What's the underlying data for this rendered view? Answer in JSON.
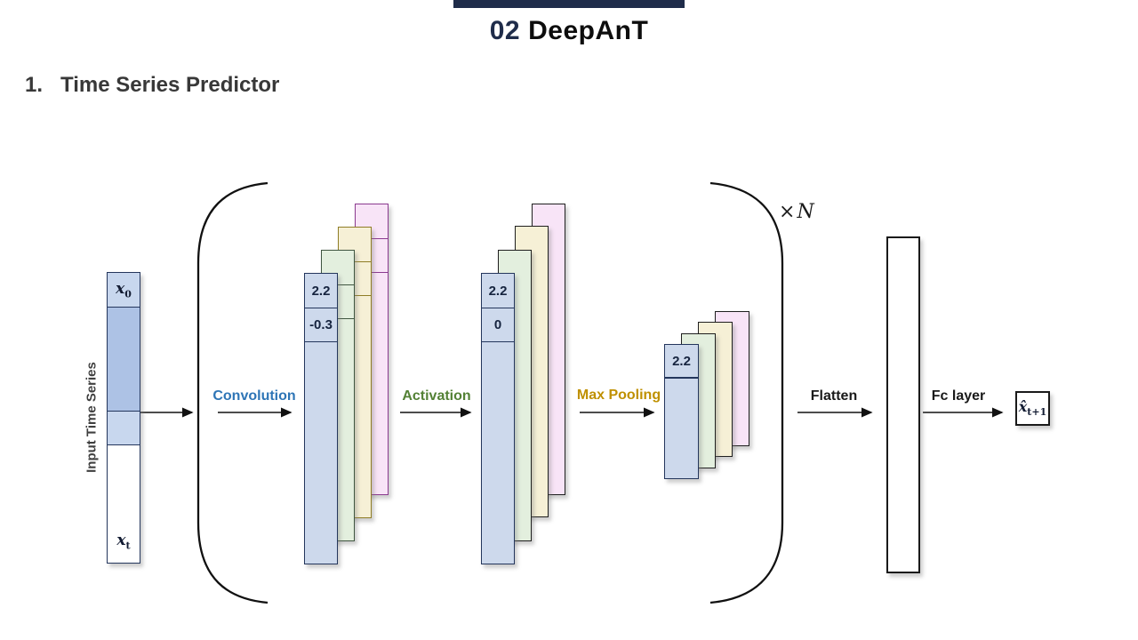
{
  "slide": {
    "page_indicator": "02",
    "title": "DeepAnT",
    "section_number": "1.",
    "section_title": "Time Series Predictor"
  },
  "diagram": {
    "input_axis_label": "Input Time Series",
    "input_first_label": {
      "base": "x",
      "sub": "0"
    },
    "input_last_label": {
      "base": "x",
      "sub": "t"
    },
    "stages": [
      {
        "label": "Convolution",
        "color": "#2e75b6",
        "values": [
          "2.2",
          "-0.3"
        ]
      },
      {
        "label": "Activation",
        "color": "#538135",
        "values": [
          "2.2",
          "0"
        ]
      },
      {
        "label": "Max Pooling",
        "color": "#bf9000",
        "values": [
          "2.2"
        ]
      },
      {
        "label": "Flatten",
        "color": "#1a1a1a",
        "values": []
      },
      {
        "label": "Fc layer",
        "color": "#1a1a1a",
        "values": []
      }
    ],
    "repeat": {
      "times_sign": "×",
      "count_symbol": "N"
    },
    "output_label": {
      "base": "x̂",
      "sub": "t+1"
    }
  },
  "colors": {
    "accent_navy": "#1f2c4a",
    "bar_blue": "#cdd9ec",
    "bar_blue_mid": "#adc2e5",
    "bar_blue_light": "#c8d7ee",
    "bar_green": "#e3efde",
    "bar_yellow": "#f6f0d6",
    "bar_pink": "#f8e4f7"
  }
}
